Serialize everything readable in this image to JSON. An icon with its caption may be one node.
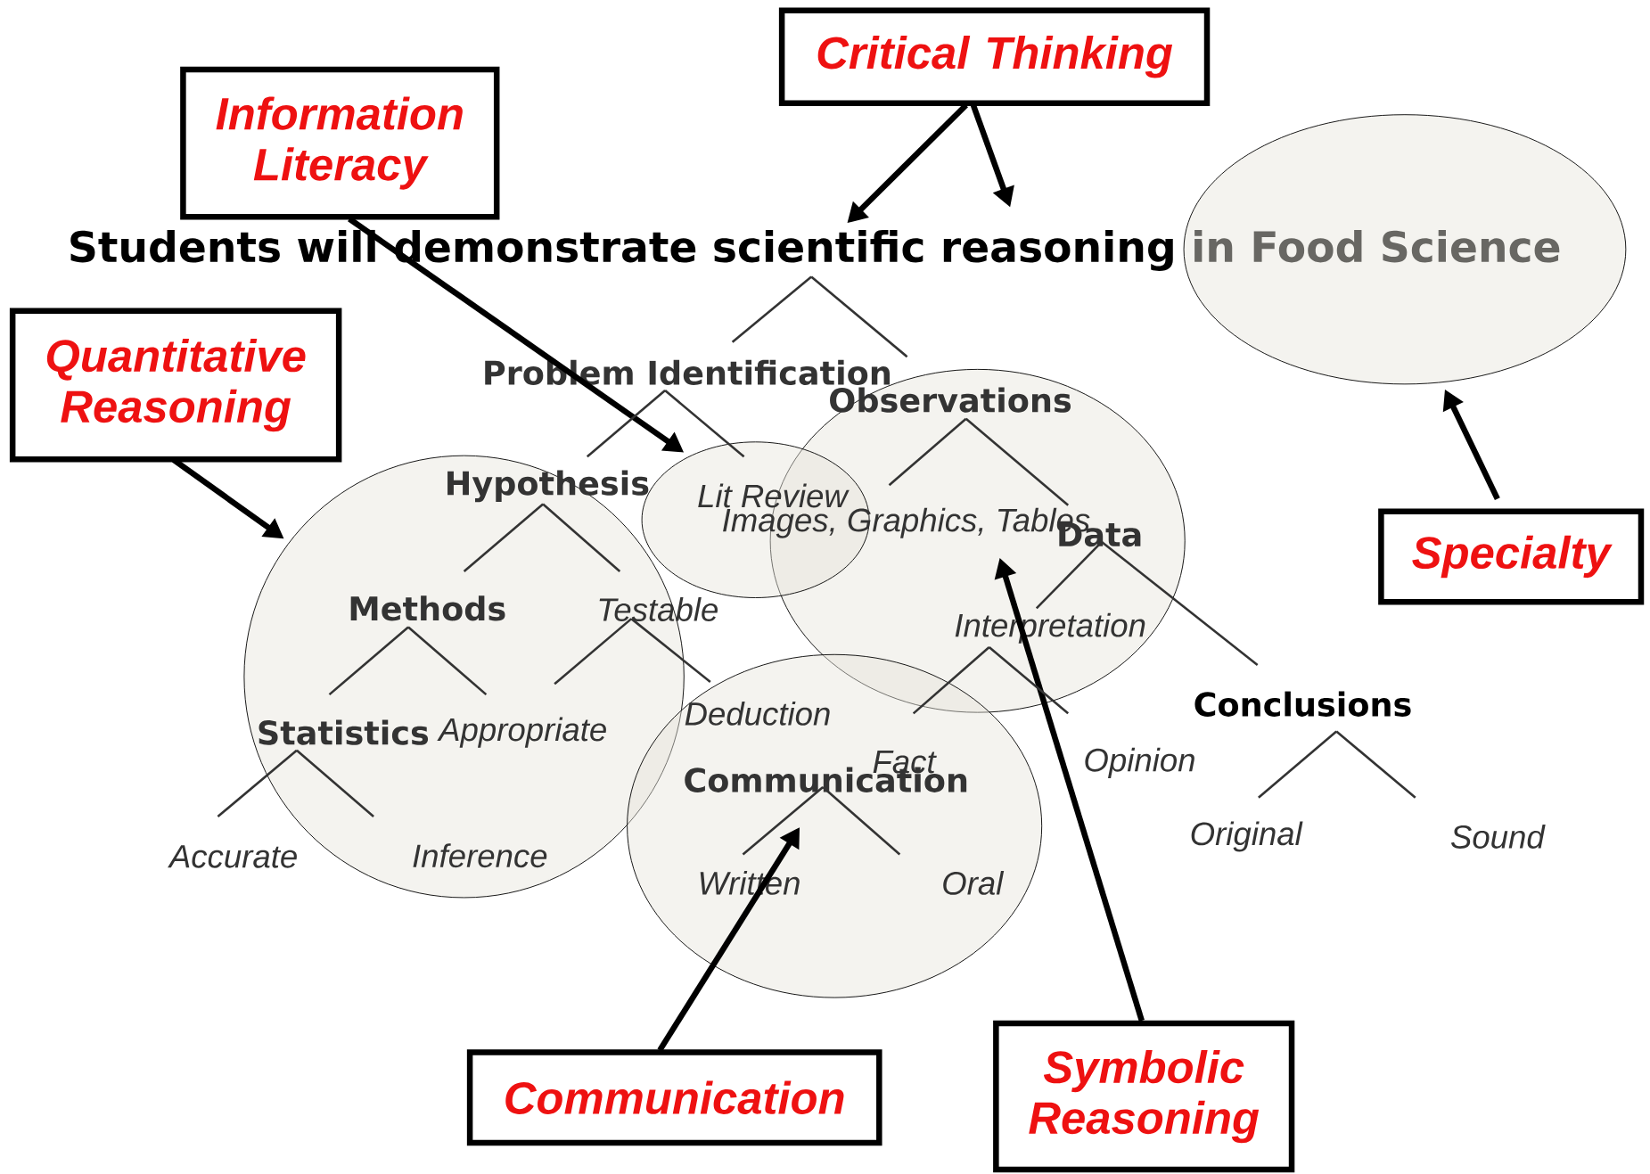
{
  "diagram": {
    "nodes": [
      {
        "text": [
          "Critical Thinking"
        ]
      },
      {
        "text": [
          "Information Literacy"
        ]
      },
      {
        "text": [
          "Students will demonstrate scientific reasoning in Food Science"
        ]
      },
      {
        "text": [],
        "shape": "ellipse"
      },
      {
        "text": [
          "Quantitative Reasoning"
        ]
      },
      {
        "text": [
          "Problem Identification"
        ]
      },
      {
        "text": [],
        "shape": "ellipse"
      },
      {
        "text": [
          "Observations"
        ],
        "in": 6
      },
      {
        "text": [],
        "shape": "ellipse"
      },
      {
        "text": [],
        "shape": "ellipse"
      },
      {
        "text": [
          "Hypothesis"
        ],
        "in": 8
      },
      {
        "text": [
          "Lit Review"
        ],
        "in": 9
      },
      {
        "text": [
          "Images, Graphics, Tables"
        ]
      },
      {
        "text": [
          "Data"
        ],
        "in": 6
      },
      {
        "text": [
          "Specialty"
        ]
      },
      {
        "text": [
          "Methods"
        ],
        "in": 8
      },
      {
        "text": [
          "Testable"
        ]
      },
      {
        "text": [
          "Interpretation"
        ],
        "in": 6
      },
      {
        "text": [],
        "shape": "ellipse"
      },
      {
        "text": [
          "Deduction"
        ],
        "in": 18
      },
      {
        "text": [
          "Statistics"
        ],
        "in": 8
      },
      {
        "text": [
          "Appropriate"
        ],
        "in": 8
      },
      {
        "text": [
          "Conclusions"
        ]
      },
      {
        "text": [
          "Fact"
        ],
        "in": 18
      },
      {
        "text": [
          "Opinion"
        ]
      },
      {
        "text": [
          "Communication"
        ],
        "in": 18
      },
      {
        "text": [
          "Accurate"
        ]
      },
      {
        "text": [
          "Inference"
        ],
        "in": 8
      },
      {
        "text": [
          "Original"
        ]
      },
      {
        "text": [
          "Sound"
        ]
      },
      {
        "text": [
          "Written"
        ],
        "in": 18
      },
      {
        "text": [
          "Oral"
        ],
        "in": 18
      },
      {
        "text": [
          "Symbolic Reasoning"
        ]
      },
      {
        "text": [
          "Communication"
        ]
      }
    ],
    "edges": [
      {
        "from": 0,
        "to": 2,
        "arrow": "to",
        "style": "thick"
      },
      {
        "from": 0,
        "to": 2,
        "arrow": "to",
        "style": "thick"
      },
      {
        "from": 1,
        "to": 9,
        "arrow": "to",
        "style": "thick"
      },
      {
        "from": 4,
        "to": 8,
        "arrow": "to",
        "style": "thick"
      },
      {
        "from": 14,
        "to": 3,
        "arrow": "to",
        "style": "thick"
      },
      {
        "from": 33,
        "to": 30,
        "arrow": "to",
        "style": "thick"
      },
      {
        "from": 32,
        "to": 12,
        "arrow": "to",
        "style": "thick"
      },
      {
        "from": 2,
        "to": 5,
        "arrow": "none"
      },
      {
        "from": 2,
        "to": 7,
        "arrow": "none"
      },
      {
        "from": 5,
        "to": 10,
        "arrow": "none"
      },
      {
        "from": 5,
        "to": 11,
        "arrow": "none"
      },
      {
        "from": 7,
        "to": 12,
        "arrow": "none"
      },
      {
        "from": 7,
        "to": 13,
        "arrow": "none"
      },
      {
        "from": 10,
        "to": 15,
        "arrow": "none"
      },
      {
        "from": 10,
        "to": 16,
        "arrow": "none"
      },
      {
        "from": 15,
        "to": 20,
        "arrow": "none"
      },
      {
        "from": 15,
        "to": 21,
        "arrow": "none"
      },
      {
        "from": 16,
        "to": 21,
        "arrow": "none"
      },
      {
        "from": 16,
        "to": 19,
        "arrow": "none"
      },
      {
        "from": 20,
        "to": 26,
        "arrow": "none"
      },
      {
        "from": 20,
        "to": 27,
        "arrow": "none"
      },
      {
        "from": 13,
        "to": 17,
        "arrow": "none"
      },
      {
        "from": 13,
        "to": 22,
        "arrow": "none"
      },
      {
        "from": 17,
        "to": 23,
        "arrow": "none"
      },
      {
        "from": 17,
        "to": 24,
        "arrow": "none"
      },
      {
        "from": 25,
        "to": 30,
        "arrow": "none"
      },
      {
        "from": 25,
        "to": 31,
        "arrow": "none"
      },
      {
        "from": 22,
        "to": 28,
        "arrow": "none"
      },
      {
        "from": 22,
        "to": 29,
        "arrow": "none"
      }
    ]
  }
}
